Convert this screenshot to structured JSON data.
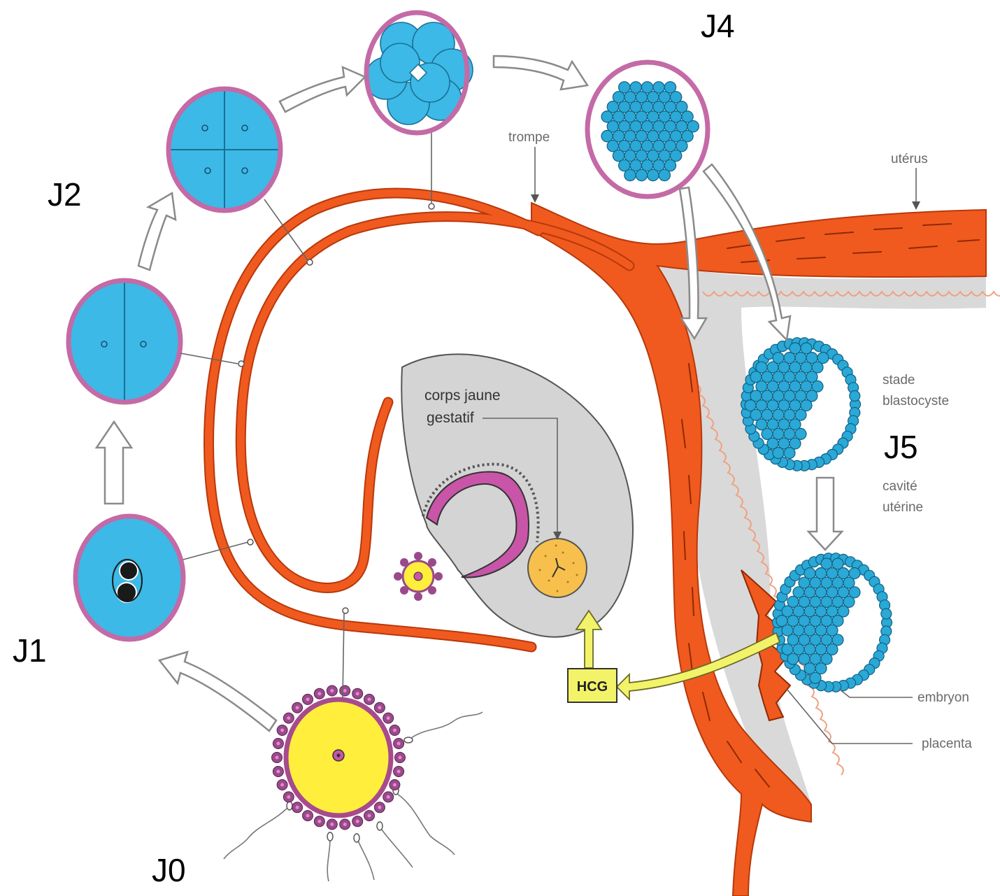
{
  "day_labels": {
    "j0": "J0",
    "j1": "J1",
    "j2": "J2",
    "j4": "J4",
    "j5": "J5"
  },
  "labels": {
    "trompe": "trompe",
    "uterus": "utérus",
    "stade_line1": "stade",
    "stade_line2": "blastocyste",
    "cavite_line1": "cavité",
    "cavite_line2": "utérine",
    "corps_line1": "corps jaune",
    "corps_line2": "gestatif",
    "embryon": "embryon",
    "placenta": "placenta",
    "hcg": "HCG"
  },
  "colors": {
    "cell_blue": "#3cb9e6",
    "zona_pink": "#c46aa6",
    "muscle_orange": "#f05a1e",
    "ovary_gray": "#d4d4d4",
    "oocyte_yellow": "#ffef3c",
    "hcg_box": "#f3f36a"
  }
}
